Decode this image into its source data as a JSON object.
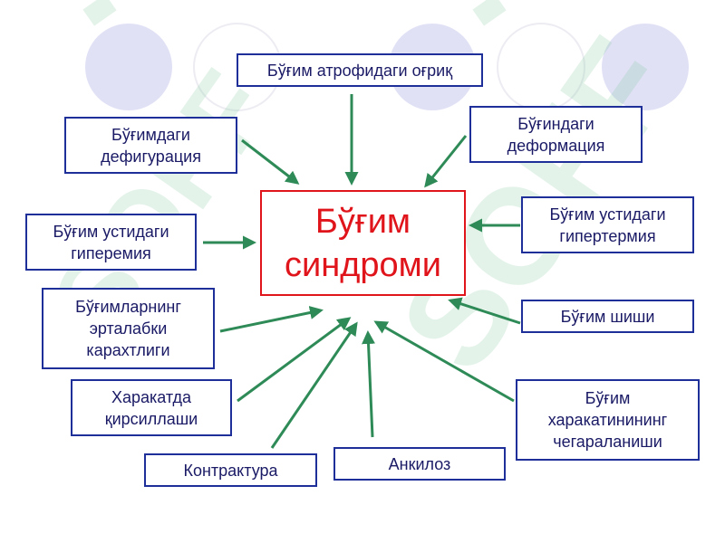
{
  "diagram": {
    "center": {
      "title": "Бўғим\nсиндроми",
      "border_color": "#e0141b",
      "text_color": "#e0141b"
    },
    "box_border_color": "#1f2f9a",
    "arrow_color": "#2e8b57",
    "items": [
      {
        "id": "atrophy-pain",
        "text": "Бўғим атрофидаги оғриқ"
      },
      {
        "id": "defiguration",
        "text": "Бўғимдаги\nдефигурация"
      },
      {
        "id": "deformation",
        "text": "Бўғиндаги\nдеформация"
      },
      {
        "id": "hyperemia",
        "text": "Бўғим устидаги\nгиперемия"
      },
      {
        "id": "hyperthermia",
        "text": "Бўғим устидаги\nгипертермия"
      },
      {
        "id": "morning-stiffness",
        "text": "Бўғимларнинг\nэрталабки\nкарахтлиги"
      },
      {
        "id": "swelling",
        "text": "Бўғим шиши"
      },
      {
        "id": "crepitus",
        "text": "Харакатда\nқирсиллаши"
      },
      {
        "id": "motion-limit",
        "text": "Бўғим\nхаракатинининг\nчегараланиши"
      },
      {
        "id": "contracture",
        "text": "Контрактура"
      },
      {
        "id": "ankylosis",
        "text": "Анкилоз"
      }
    ]
  }
}
